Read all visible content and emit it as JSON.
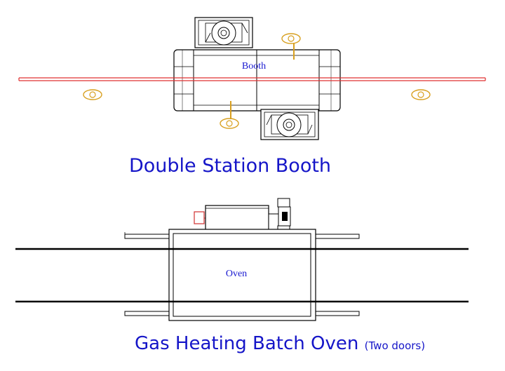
{
  "booth": {
    "label": "Booth",
    "caption": "Double Station Booth"
  },
  "oven": {
    "label": "Oven",
    "caption_main": "Gas Heating Batch Oven",
    "caption_sub": "(Two doors)"
  },
  "colors": {
    "caption": "#1515c8",
    "rail": "#e03030",
    "line": "#000000",
    "operator": "#d8a020",
    "burner_box": "#d03030"
  },
  "icons": [
    "blower-fan-icon",
    "operator-figure-icon",
    "burner-icon"
  ]
}
